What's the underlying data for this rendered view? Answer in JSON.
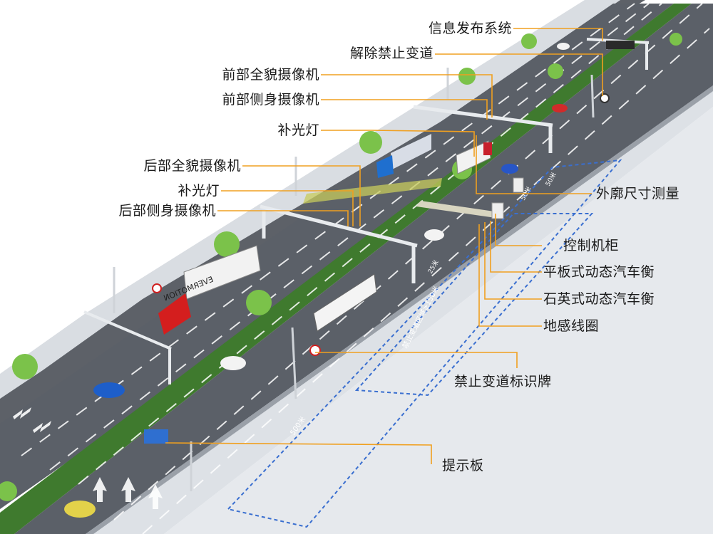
{
  "labels": {
    "info_release": "信息发布系统",
    "lift_restriction": "解除禁止变道",
    "front_full_camera": "前部全貌摄像机",
    "front_side_camera": "前部侧身摄像机",
    "fill_light_front": "补光灯",
    "rear_full_camera": "后部全貌摄像机",
    "fill_light_rear": "补光灯",
    "rear_side_camera": "后部侧身摄像机",
    "outline_measure": "外廓尺寸测量",
    "control_cabinet": "控制机柜",
    "flat_plate_scale": "平板式动态汽车衡",
    "quartz_scale": "石英式动态汽车衡",
    "ground_loop": "地感线圈",
    "no_lane_change_sign": "禁止变道标识牌",
    "notice_board": "提示板"
  },
  "road_markings": {
    "dist_500": "500米",
    "dist_150": "禁止变道区域≥150米",
    "dist_25": "25米",
    "dist_50a": "50米",
    "dist_50b": "50米"
  },
  "vehicles": {
    "truck_brand": "EVERMOTION"
  },
  "colors": {
    "leader": "#f0a020",
    "road": "#5b6068",
    "sidewalk": "#d7dbe0",
    "median": "#3f7a2e",
    "zone": "#3a6fd0"
  }
}
